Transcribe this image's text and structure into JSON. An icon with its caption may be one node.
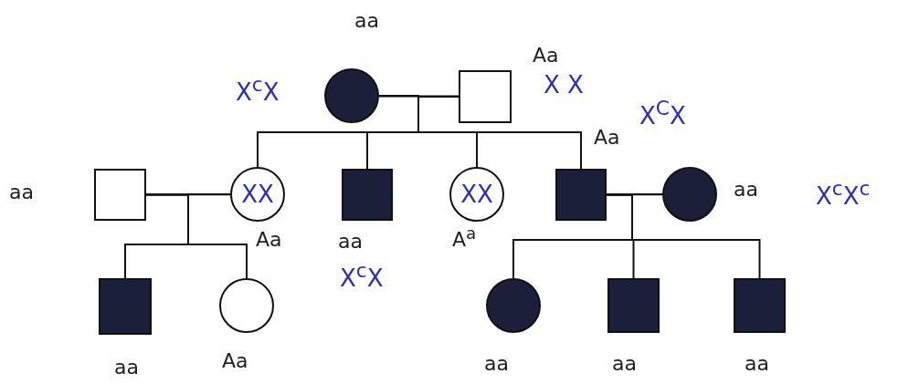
{
  "diagram": {
    "nodes": [
      {
        "text": [],
        "shape": "circle",
        "beside": [
          "aa",
          "X$^{c}$X"
        ]
      },
      {
        "text": [],
        "shape": "box",
        "beside": [
          "Aa",
          "X X"
        ]
      },
      {
        "text": [],
        "shape": "box",
        "beside": [
          "aa"
        ]
      },
      {
        "text": [
          "XX"
        ],
        "beside": [
          "Aa"
        ]
      },
      {
        "text": [],
        "shape": "box",
        "beside": [
          "aa",
          "X$^{c}$X"
        ]
      },
      {
        "text": [
          "XX"
        ],
        "beside": [
          "A$^{a}$"
        ]
      },
      {
        "text": [],
        "shape": "box",
        "beside": [
          "Aa",
          "X$^{C}$X"
        ]
      },
      {
        "text": [],
        "shape": "circle",
        "beside": [
          "aa",
          "X$^{c}$X$^{c}$"
        ]
      },
      {
        "text": [],
        "shape": "box",
        "beside": [
          "aa"
        ]
      },
      {
        "text": [],
        "shape": "circle",
        "beside": [
          "Aa"
        ]
      },
      {
        "text": [],
        "shape": "circle",
        "beside": [
          "aa"
        ]
      },
      {
        "text": [],
        "shape": "box",
        "beside": [
          "aa"
        ]
      },
      {
        "text": [],
        "shape": "box",
        "beside": [
          "aa"
        ]
      }
    ],
    "edges": [
      {
        "from": 0,
        "to": 1,
        "arrow": "none"
      },
      {
        "from": 0,
        "to": 3,
        "arrow": "none"
      },
      {
        "from": 1,
        "to": 3,
        "arrow": "none"
      },
      {
        "from": 0,
        "to": 4,
        "arrow": "none"
      },
      {
        "from": 1,
        "to": 4,
        "arrow": "none"
      },
      {
        "from": 0,
        "to": 5,
        "arrow": "none"
      },
      {
        "from": 1,
        "to": 5,
        "arrow": "none"
      },
      {
        "from": 0,
        "to": 6,
        "arrow": "none"
      },
      {
        "from": 1,
        "to": 6,
        "arrow": "none"
      },
      {
        "from": 2,
        "to": 3,
        "arrow": "none"
      },
      {
        "from": 2,
        "to": 8,
        "arrow": "none"
      },
      {
        "from": 3,
        "to": 8,
        "arrow": "none"
      },
      {
        "from": 2,
        "to": 9,
        "arrow": "none"
      },
      {
        "from": 3,
        "to": 9,
        "arrow": "none"
      },
      {
        "from": 6,
        "to": 7,
        "arrow": "none"
      },
      {
        "from": 6,
        "to": 10,
        "arrow": "none"
      },
      {
        "from": 7,
        "to": 10,
        "arrow": "none"
      },
      {
        "from": 6,
        "to": 11,
        "arrow": "none"
      },
      {
        "from": 7,
        "to": 11,
        "arrow": "none"
      },
      {
        "from": 6,
        "to": 12,
        "arrow": "none"
      },
      {
        "from": 7,
        "to": 12,
        "arrow": "none"
      }
    ]
  }
}
